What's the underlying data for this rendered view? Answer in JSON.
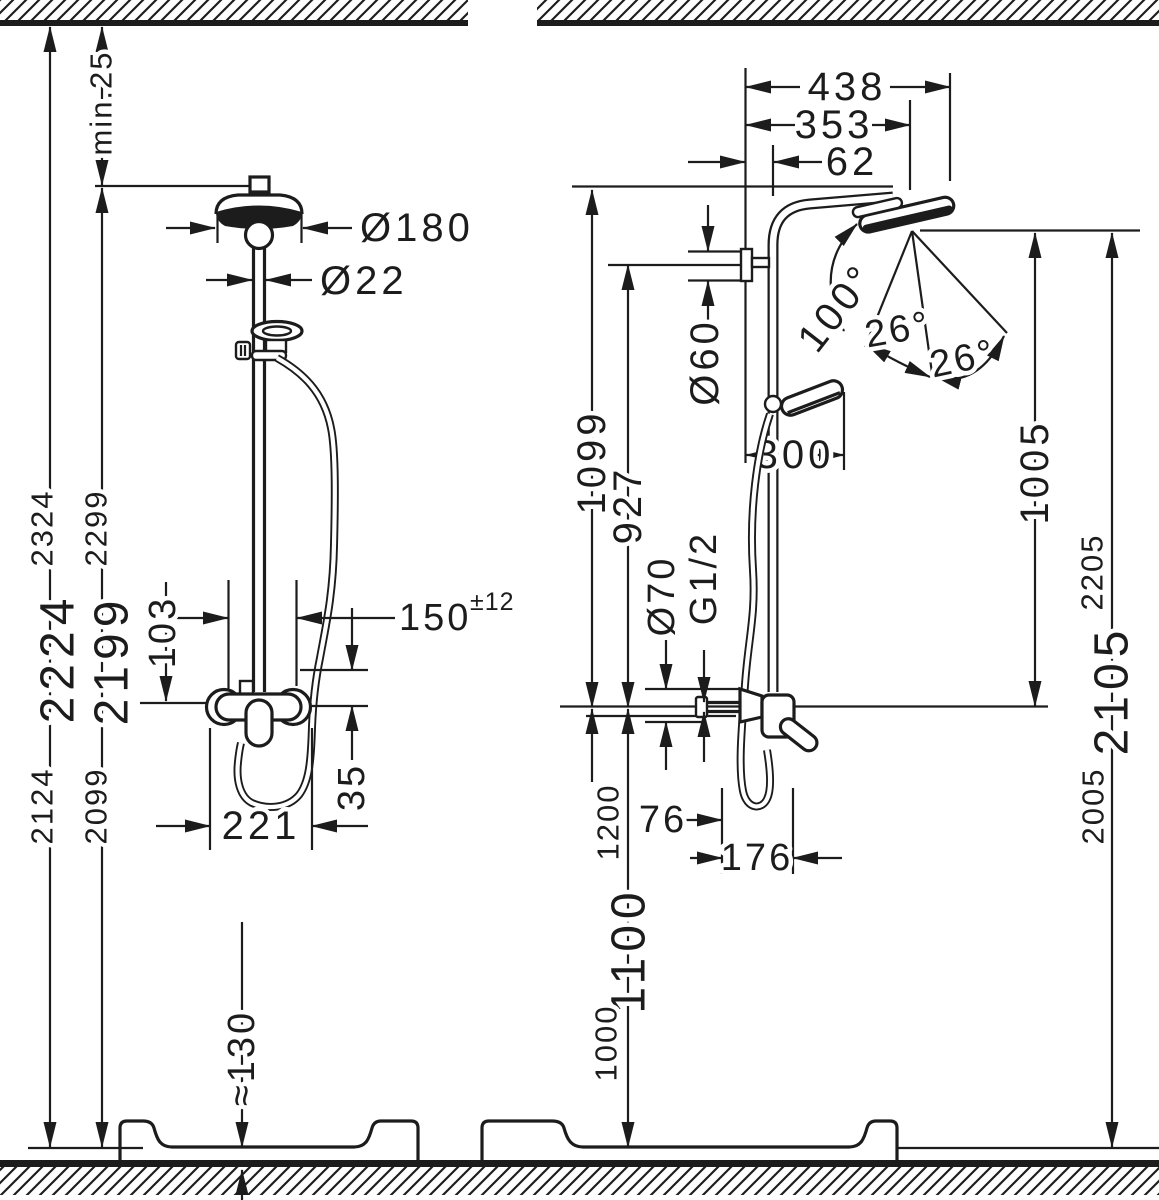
{
  "drawing": {
    "type": "installation-dimension-drawing",
    "views": [
      "front",
      "side"
    ],
    "ink_color": "#1c1c1c",
    "background": "#ffffff"
  },
  "front_view": {
    "ceiling_clearance": "min.25",
    "head_diameter": "Ø180",
    "pipe_diameter": "Ø22",
    "height_top_alt": "2324",
    "height_top": "2224",
    "height_mid_alt": "2299",
    "height_mid": "2199",
    "height_low_alt": "2124",
    "height_low": "2099",
    "offset_103": "103",
    "connection_spacing": "150",
    "connection_tolerance": "±12",
    "mixer_width": "221",
    "offset_35": "35",
    "tray_height": "≈130"
  },
  "side_view": {
    "reach_total": "438",
    "reach_arm": "353",
    "pipe_offset": "62",
    "head_pivot_angle": "100°",
    "spray_angle_1": "26°",
    "spray_angle_2": "26°",
    "bracket_diameter": "Ø60",
    "height_1099": "1099",
    "height_927": "927",
    "handshower_length": "300",
    "height_1005": "1005",
    "escutcheon_diameter": "Ø70",
    "thread": "G1/2",
    "height_top_alt": "2205",
    "height_top": "2105",
    "height_low_alt": "2005",
    "height_1200": "1200",
    "height_1100": "1100",
    "height_1000": "1000",
    "offset_76": "76",
    "offset_176": "176"
  }
}
